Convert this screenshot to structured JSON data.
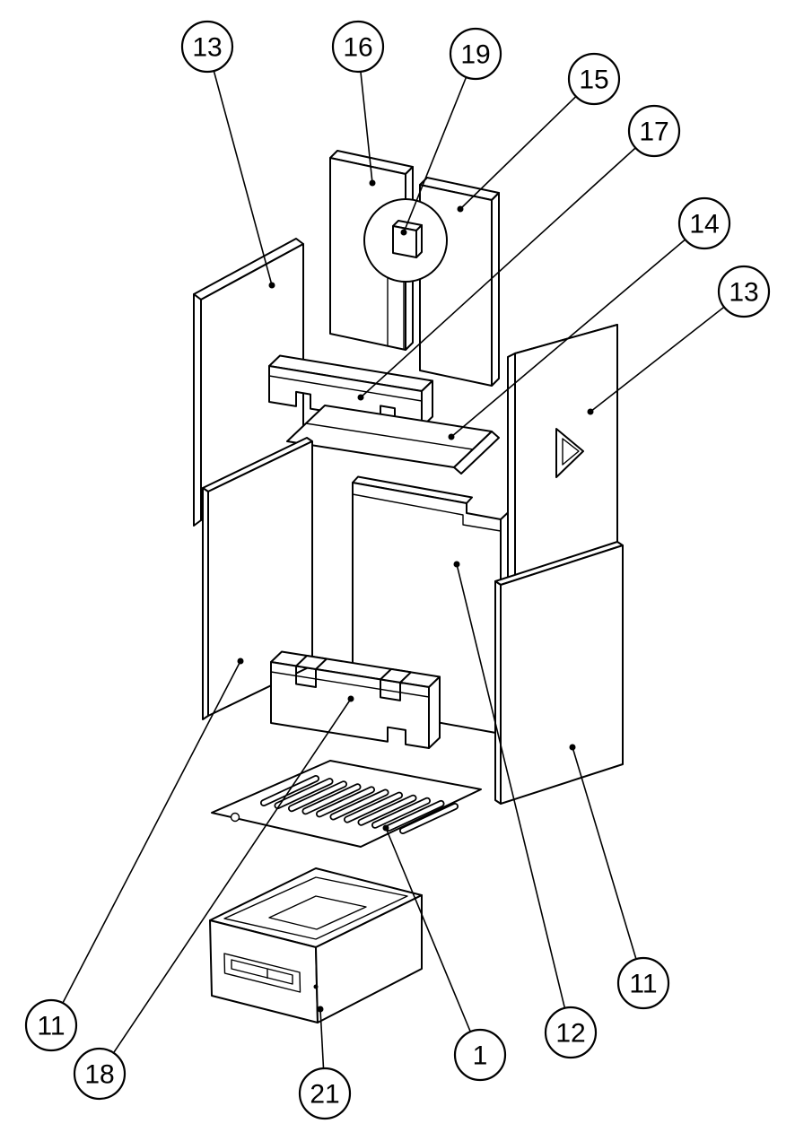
{
  "colors": {
    "highlight": "#fe0000",
    "highlight_shade": "#c00000",
    "line": "#000000",
    "background": "#ffffff"
  },
  "callouts": [
    {
      "id": "13-top-left",
      "label": "13"
    },
    {
      "id": "16",
      "label": "16"
    },
    {
      "id": "19",
      "label": "19"
    },
    {
      "id": "15",
      "label": "15"
    },
    {
      "id": "17",
      "label": "17"
    },
    {
      "id": "14",
      "label": "14"
    },
    {
      "id": "13-right",
      "label": "13"
    },
    {
      "id": "11-bottom-left",
      "label": "11"
    },
    {
      "id": "18",
      "label": "18"
    },
    {
      "id": "21",
      "label": "21"
    },
    {
      "id": "1",
      "label": "1"
    },
    {
      "id": "12",
      "label": "12"
    },
    {
      "id": "11-bottom-right",
      "label": "11"
    }
  ]
}
